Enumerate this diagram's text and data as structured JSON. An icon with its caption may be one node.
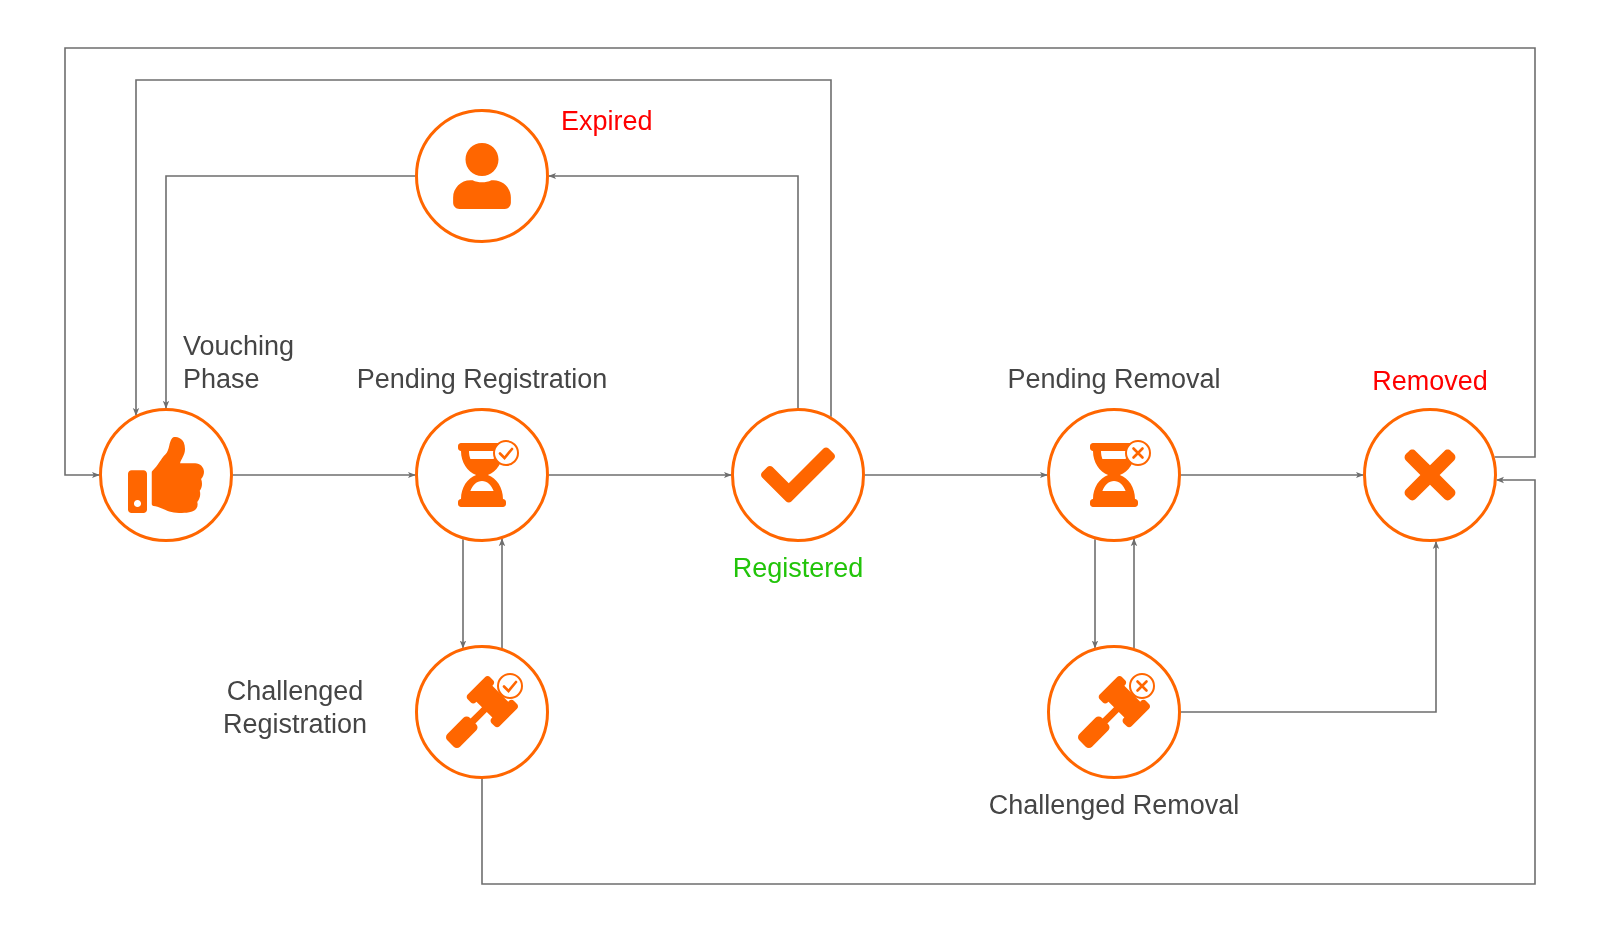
{
  "diagram": {
    "nodes": [
      {
        "text": [
          "Vouching Phase"
        ]
      },
      {
        "text": [
          "Expired"
        ]
      },
      {
        "text": [
          "Pending Registration"
        ]
      },
      {
        "text": [
          "Registered"
        ]
      },
      {
        "text": [
          "Pending Removal"
        ]
      },
      {
        "text": [
          "Removed"
        ]
      },
      {
        "text": [
          "Challenged Registration"
        ]
      },
      {
        "text": [
          "Challenged Removal"
        ]
      }
    ],
    "edges": [
      {
        "from": 0,
        "to": 2,
        "arrow": "to"
      },
      {
        "from": 2,
        "to": 3,
        "arrow": "to"
      },
      {
        "from": 3,
        "to": 4,
        "arrow": "to"
      },
      {
        "from": 4,
        "to": 5,
        "arrow": "to"
      },
      {
        "from": 3,
        "to": 1,
        "arrow": "to"
      },
      {
        "from": 1,
        "to": 0,
        "arrow": "to"
      },
      {
        "from": 3,
        "to": 0,
        "arrow": "to"
      },
      {
        "from": 5,
        "to": 0,
        "arrow": "to"
      },
      {
        "from": 2,
        "to": 6,
        "arrow": "to"
      },
      {
        "from": 6,
        "to": 2,
        "arrow": "to"
      },
      {
        "from": 4,
        "to": 7,
        "arrow": "to"
      },
      {
        "from": 7,
        "to": 4,
        "arrow": "to"
      },
      {
        "from": 7,
        "to": 5,
        "arrow": "to"
      },
      {
        "from": 6,
        "to": 5,
        "arrow": "to"
      }
    ]
  }
}
